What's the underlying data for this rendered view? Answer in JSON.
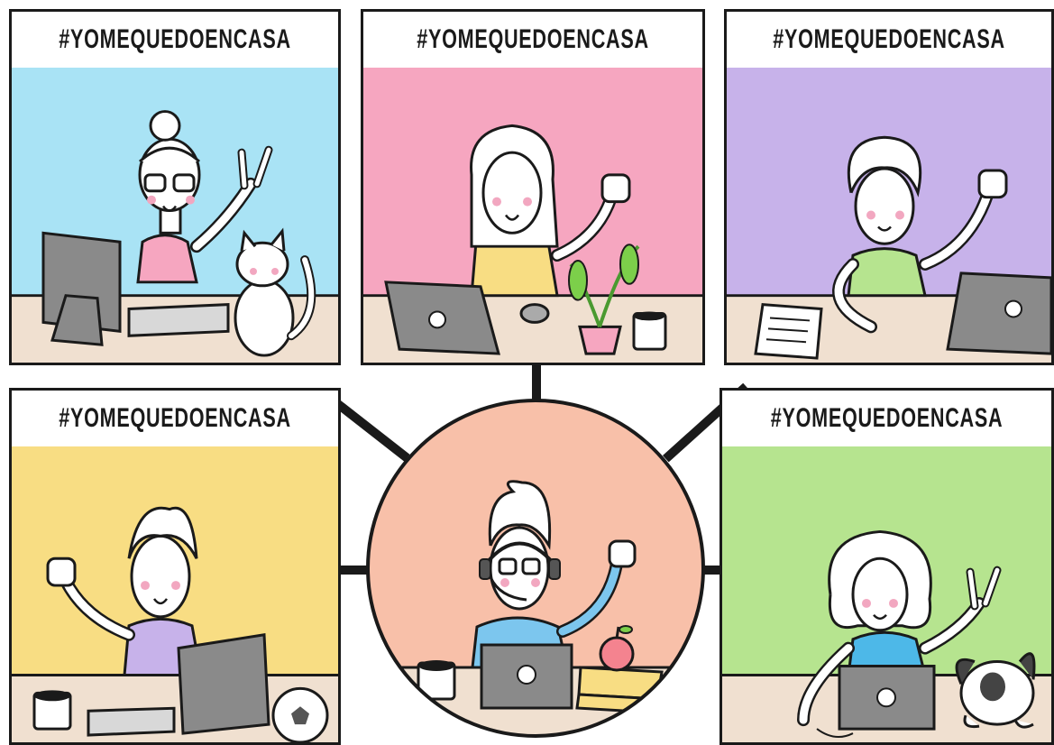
{
  "hashtag": "#YOMEQUEDOENCASA",
  "panels": [
    {
      "id": "top-left",
      "hashtag": "#YOMEQUEDOENCASA",
      "bg": "#a9e3f5"
    },
    {
      "id": "top-middle",
      "hashtag": "#YOMEQUEDOENCASA",
      "bg": "#f6a6c0"
    },
    {
      "id": "top-right",
      "hashtag": "#YOMEQUEDOENCASA",
      "bg": "#c7b2ea"
    },
    {
      "id": "bottom-left",
      "hashtag": "#YOMEQUEDOENCASA",
      "bg": "#f8dd83"
    },
    {
      "id": "bottom-right",
      "hashtag": "#YOMEQUEDOENCASA",
      "bg": "#b6e48f"
    }
  ],
  "center": {
    "bg": "#f8c0a9"
  },
  "colors": {
    "desk": "#f0e0d0",
    "ink": "#1a1a1a",
    "screen": "#8a8a8a",
    "skin": "#ffffff",
    "blush": "#f2a7c0"
  },
  "icons": [
    "computer-icon",
    "laptop-icon",
    "cat-icon",
    "dog-icon",
    "plant-icon",
    "mug-icon",
    "apple-icon",
    "books-icon",
    "soccer-ball-icon",
    "headset-icon",
    "mouse-icon",
    "documents-icon"
  ]
}
